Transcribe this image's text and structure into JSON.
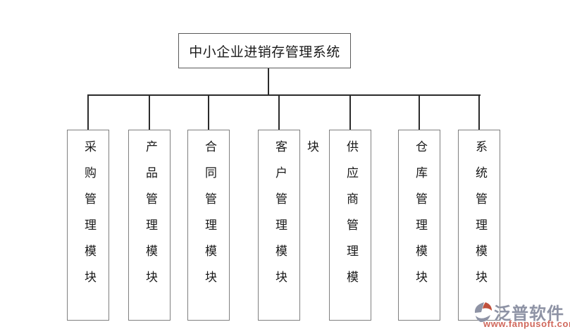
{
  "diagram": {
    "root": {
      "label": "中小企业进销存管理系统"
    },
    "modules": [
      {
        "id": "procurement",
        "label": "采购管理模块"
      },
      {
        "id": "product",
        "label": "产品管理模块"
      },
      {
        "id": "contract",
        "label": "合同管理模块"
      },
      {
        "id": "customer",
        "label": "客户管理模块"
      },
      {
        "id": "supplier",
        "label": "供应商管理模块"
      },
      {
        "id": "warehouse",
        "label": "仓库管理模块"
      },
      {
        "id": "system",
        "label": "系统管理模块"
      }
    ]
  },
  "watermark": {
    "brand": "泛普软件",
    "url": "www.fanpusoft.com",
    "brand_color": "#8e93a5",
    "url_color": "#d0685c",
    "logo_gray": "#8e93a5",
    "logo_red": "#c0503c"
  },
  "colors": {
    "background": "#ffffff",
    "connector_line": "#2b2b2b",
    "root_border": "#595959",
    "module_border": "#7f7f7f",
    "text": "#1a1a1a"
  }
}
